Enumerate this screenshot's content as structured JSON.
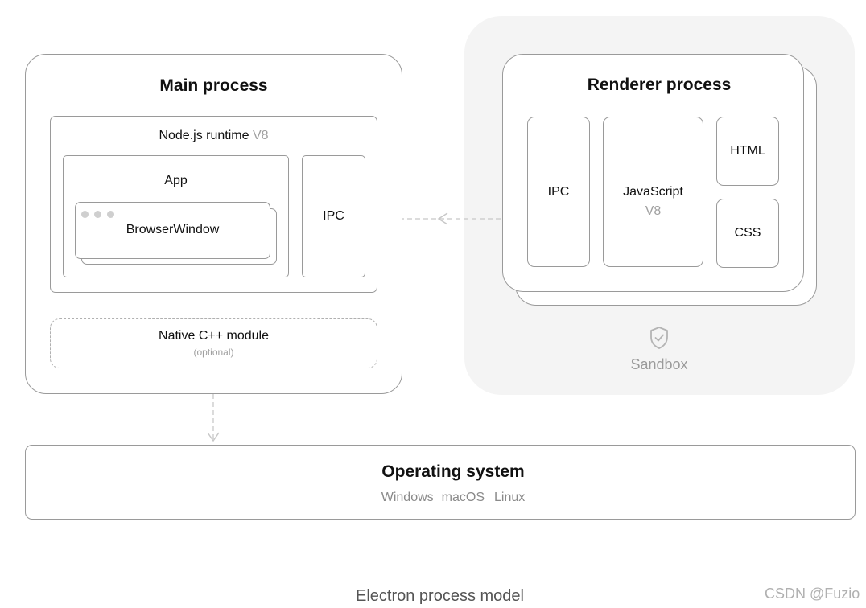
{
  "main": {
    "title": "Main process",
    "runtime_label": "Node.js runtime",
    "runtime_engine": "V8",
    "app_label": "App",
    "browser_window_label": "BrowserWindow",
    "ipc_label": "IPC",
    "native_module_label": "Native C++ module",
    "native_module_note": "(optional)"
  },
  "renderer": {
    "title": "Renderer process",
    "ipc_label": "IPC",
    "js_label": "JavaScript",
    "js_engine": "V8",
    "html_label": "HTML",
    "css_label": "CSS",
    "sandbox_label": "Sandbox",
    "sandbox_icon": "shield-check-icon"
  },
  "os": {
    "title": "Operating system",
    "platforms": [
      "Windows",
      "macOS",
      "Linux"
    ]
  },
  "caption": "Electron process model",
  "watermark": "CSDN @Fuzio",
  "colors": {
    "border": "#9a9a9a",
    "muted_text": "#a0a0a0",
    "sandbox_bg": "#f4f4f4",
    "connector": "#c8c8c8"
  }
}
